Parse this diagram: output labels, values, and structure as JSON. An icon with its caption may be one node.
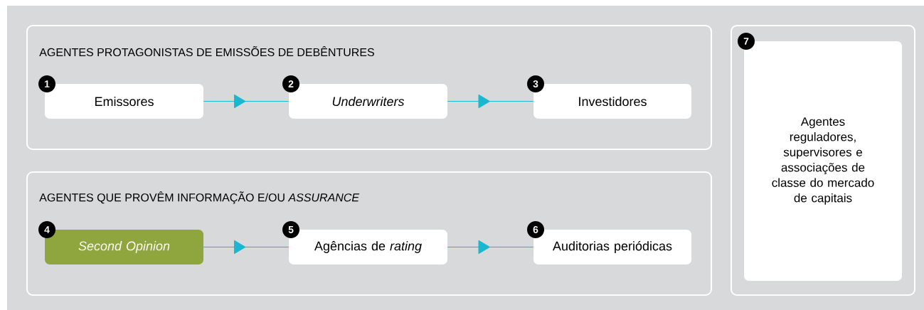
{
  "diagram": {
    "nodes": [
      {
        "text": [
          "AGENTES PROTAGONISTAS DE EMISSÕES DE DEBÊNTURES"
        ]
      },
      {
        "text": [
          "1",
          "Emissores"
        ],
        "in": 0
      },
      {
        "text": [
          "2",
          "Underwriters"
        ],
        "in": 0
      },
      {
        "text": [
          "3",
          "Investidores"
        ],
        "in": 0
      },
      {
        "text": [
          "AGENTES QUE PROVÊM INFORMAÇÃO E/OU *ASSURANCE*"
        ]
      },
      {
        "text": [
          "4",
          "Second Opinion"
        ],
        "in": 4
      },
      {
        "text": [
          "5",
          "Agências de *rating*"
        ],
        "in": 4
      },
      {
        "text": [
          "6",
          "Auditorias periódicas"
        ],
        "in": 4
      },
      {
        "text": [
          "7",
          "Agentes reguladores, supervisores e associações de classe do mercado de capitais"
        ]
      }
    ],
    "edges": [
      {
        "from": 1,
        "to": 2,
        "arrow": "to"
      },
      {
        "from": 2,
        "to": 3,
        "arrow": "to"
      },
      {
        "from": 5,
        "to": 6,
        "arrow": "to"
      },
      {
        "from": 6,
        "to": 7,
        "arrow": "to"
      }
    ]
  }
}
